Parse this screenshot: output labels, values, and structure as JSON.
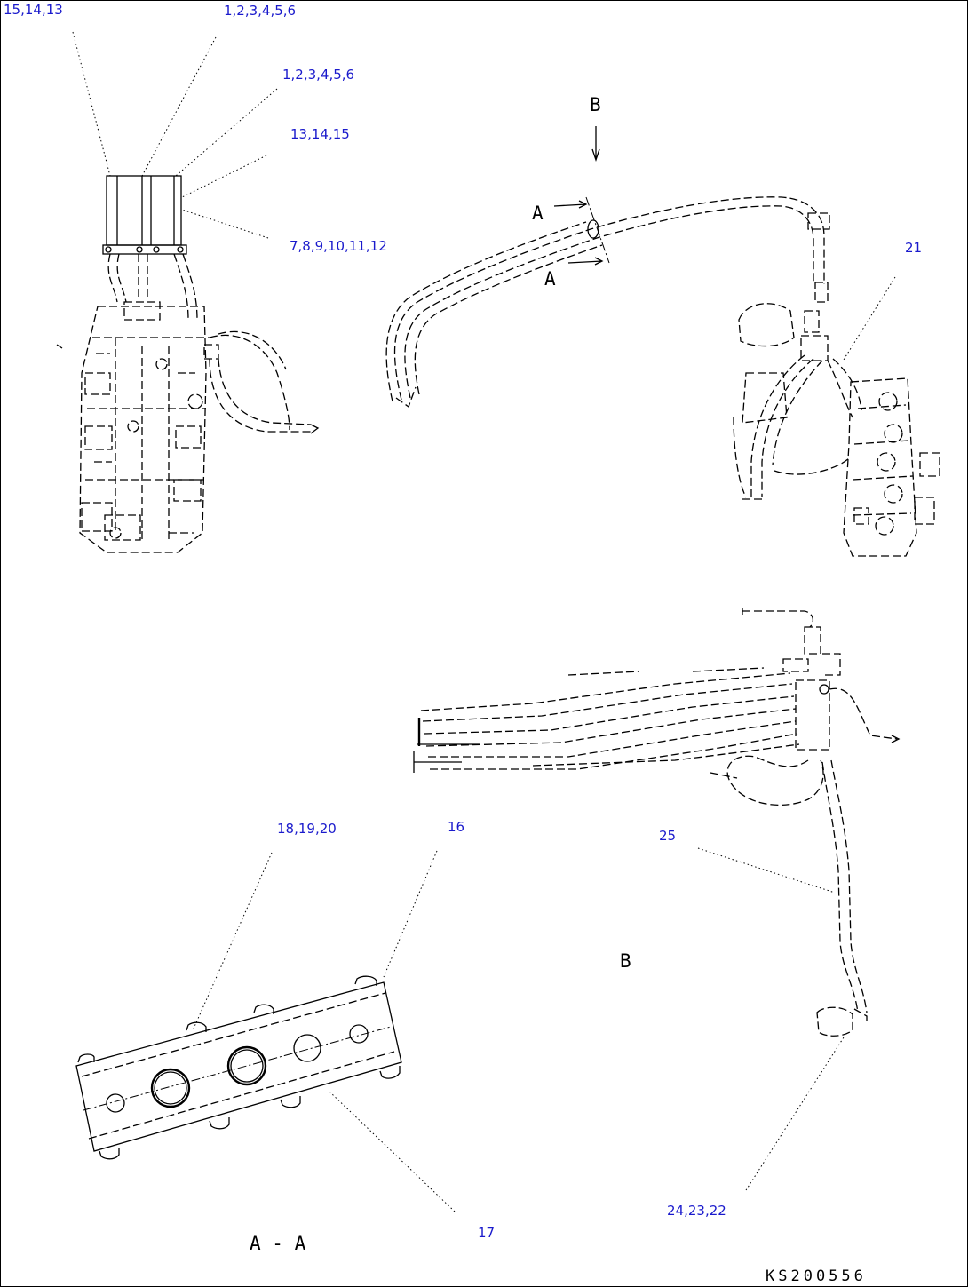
{
  "callouts": {
    "c1": "15,14,13",
    "c2": "1,2,3,4,5,6",
    "c3": "1,2,3,4,5,6",
    "c4": "13,14,15",
    "c5": "7,8,9,10,11,12",
    "c6": "21",
    "c7": "18,19,20",
    "c8": "16",
    "c9": "25",
    "c10": "17",
    "c11": "24,23,22"
  },
  "labels": {
    "view_b_arrow": "B",
    "section_a_top": "A",
    "section_a_bottom": "A",
    "view_b_title": "B",
    "section_aa_title": "A - A",
    "drawing_id": "KS200556"
  },
  "colors": {
    "callout": "#1a1acc",
    "line": "#000000"
  }
}
